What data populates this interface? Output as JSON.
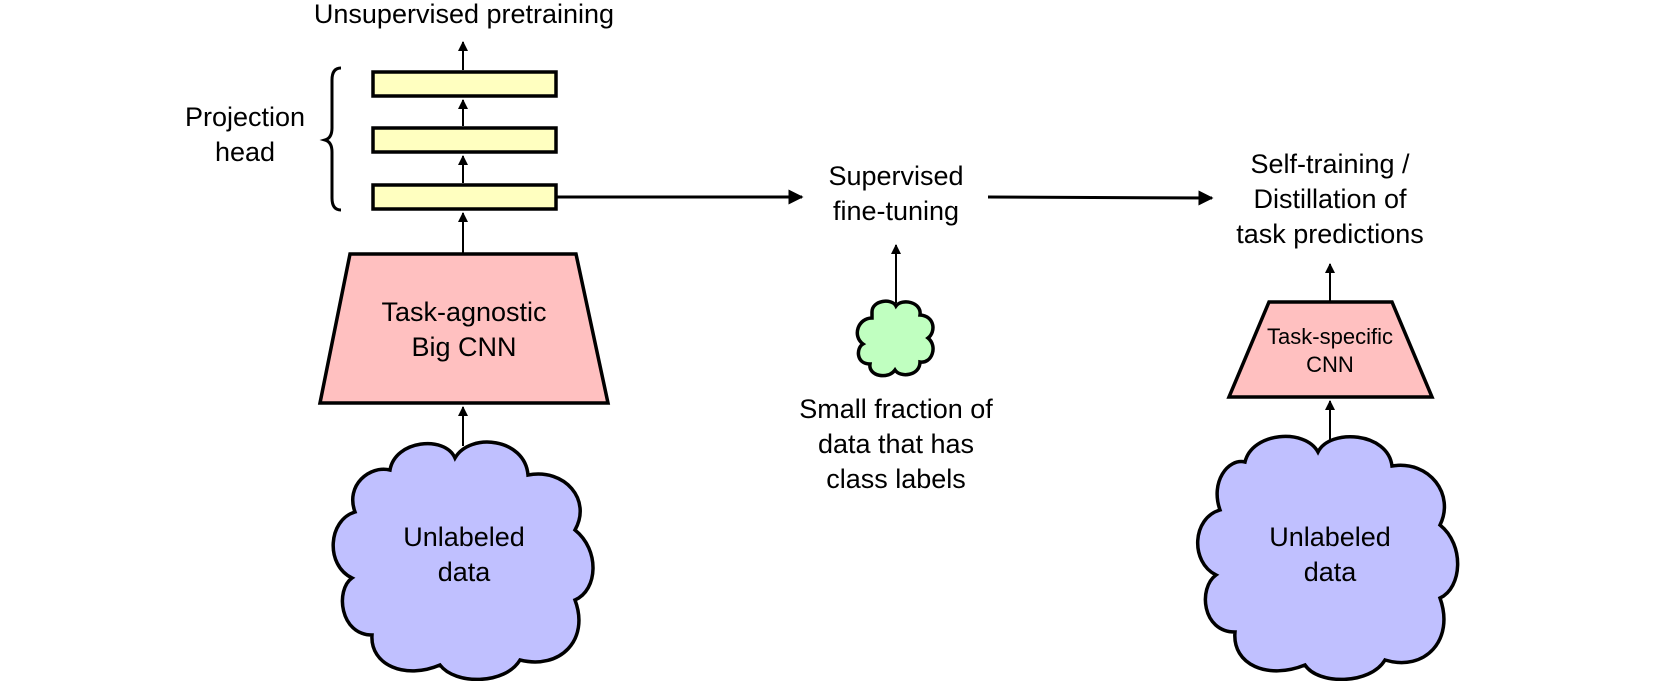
{
  "colors": {
    "projection_layer": "#ffffc0",
    "cnn": "#ffc0c0",
    "unlabeled_cloud": "#c0c0ff",
    "labeled_cloud": "#c0ffc0",
    "stroke": "#000000"
  },
  "stage1": {
    "top_label": "Unsupervised pretraining",
    "projection_head_label": [
      "Projection",
      "head"
    ],
    "cnn_label": [
      "Task-agnostic",
      "Big CNN"
    ],
    "data_label": [
      "Unlabeled",
      "data"
    ]
  },
  "stage2": {
    "label": [
      "Supervised",
      "fine-tuning"
    ],
    "data_label": [
      "Small fraction of",
      "data that has",
      "class labels"
    ]
  },
  "stage3": {
    "label": [
      "Self-training /",
      "Distillation of",
      "task predictions"
    ],
    "cnn_label": [
      "Task-specific",
      "CNN"
    ],
    "data_label": [
      "Unlabeled",
      "data"
    ]
  }
}
